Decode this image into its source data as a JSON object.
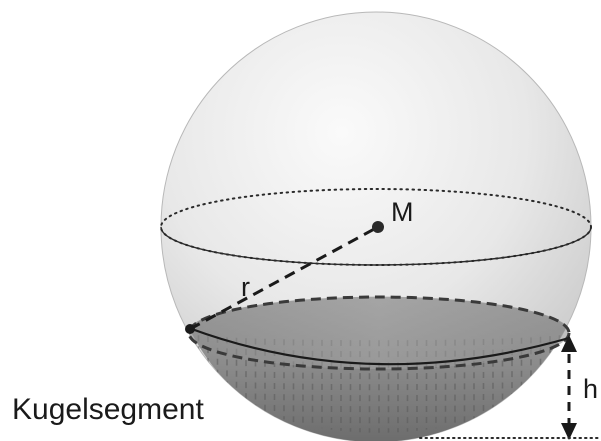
{
  "labels": {
    "center": "M",
    "radius": "r",
    "height": "h",
    "segment": "Kugelsegment"
  },
  "colors": {
    "sphere_light": "#f7f7f7",
    "sphere_dark": "#c9c9c9",
    "segment_fill": "#8a8a8a",
    "segment_dark": "#5e5e5e",
    "line": "#1a1a1a"
  }
}
